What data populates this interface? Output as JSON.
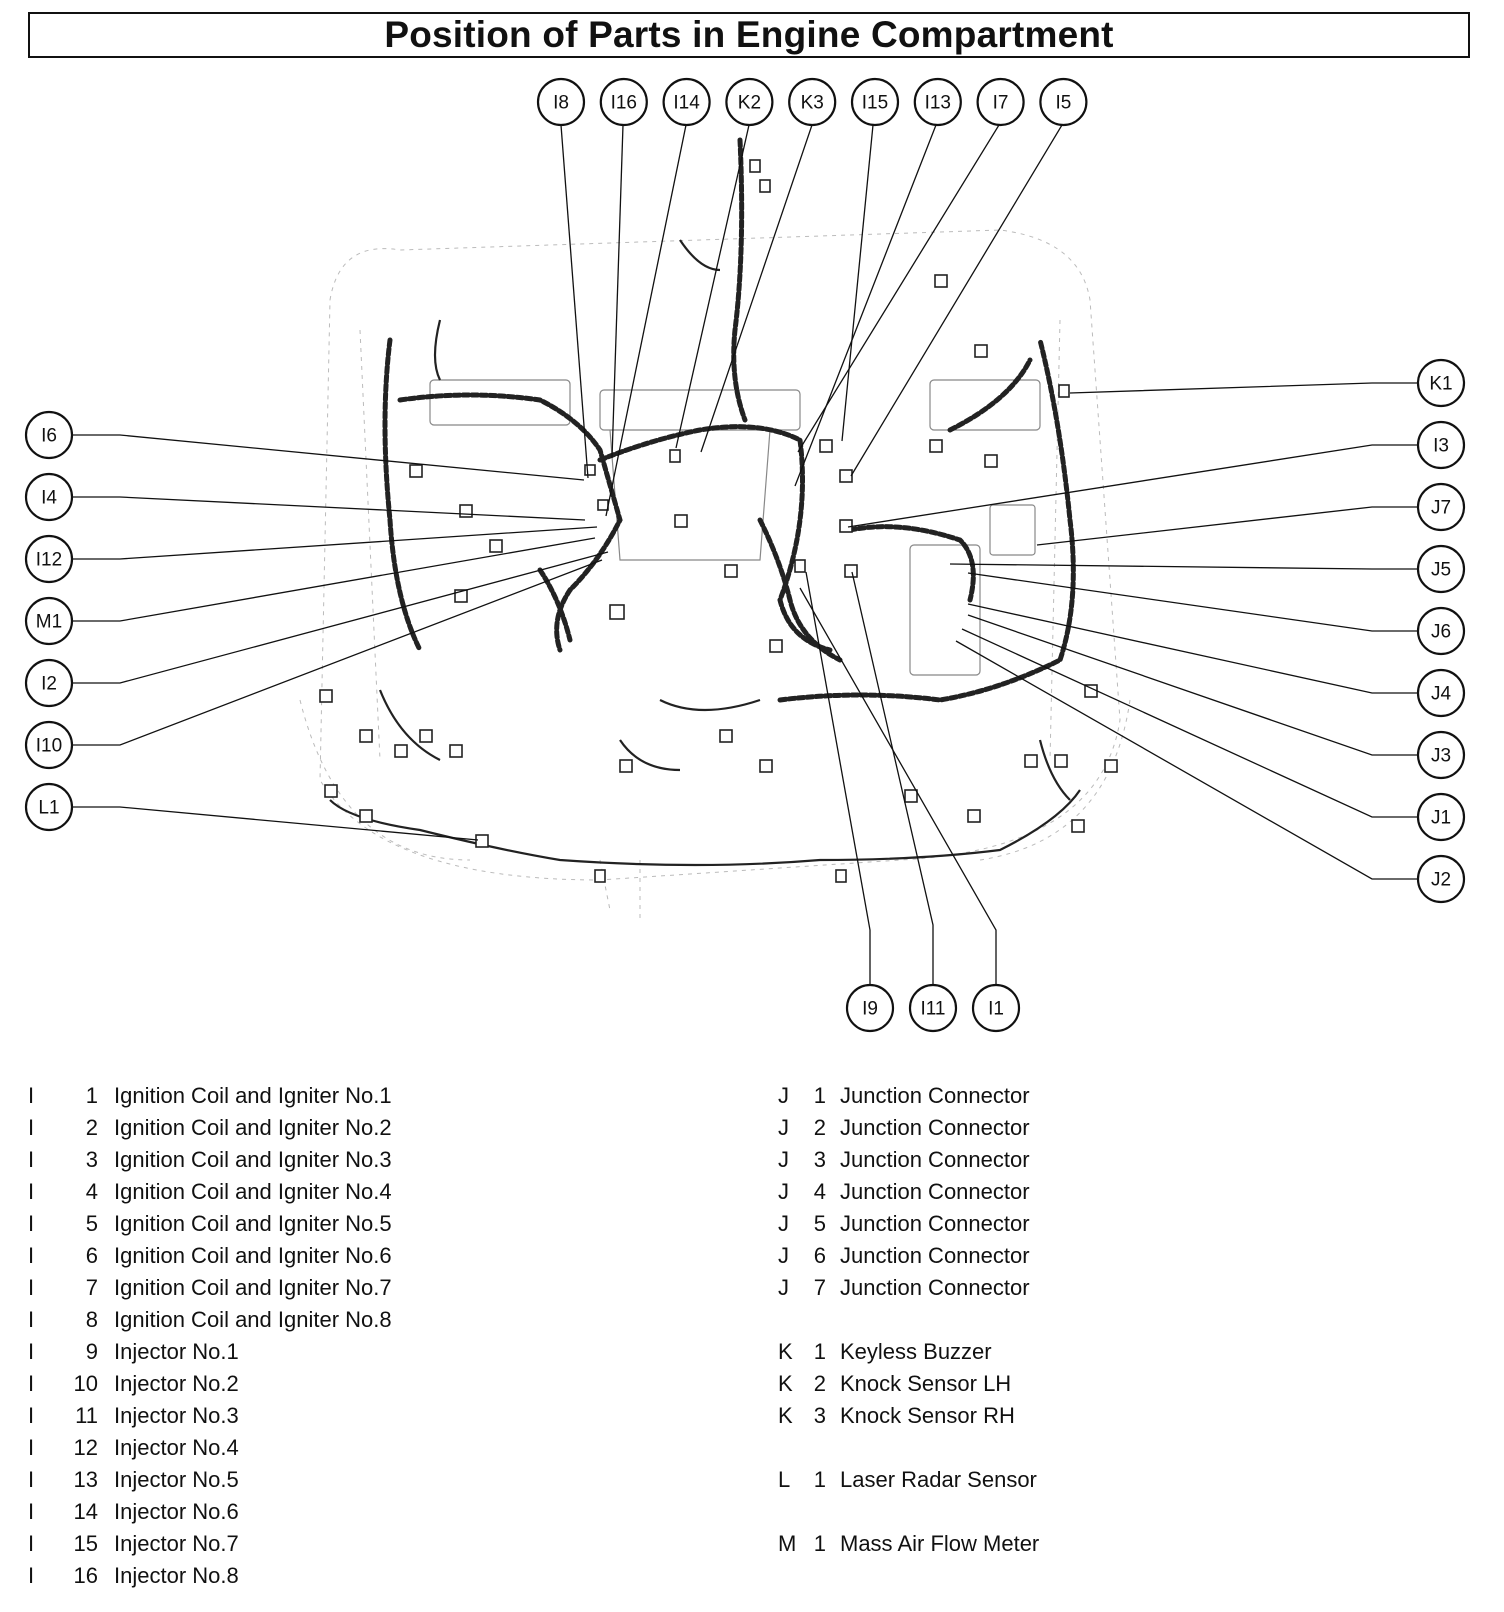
{
  "title": "Position of Parts in Engine Compartment",
  "callouts": {
    "top": [
      "I8",
      "I16",
      "I14",
      "K2",
      "K3",
      "I15",
      "I13",
      "I7",
      "I5"
    ],
    "left": [
      "I6",
      "I4",
      "I12",
      "M1",
      "I2",
      "I10",
      "L1"
    ],
    "right": [
      "K1",
      "I3",
      "J7",
      "J5",
      "J6",
      "J4",
      "J3",
      "J1",
      "J2"
    ],
    "bottom": [
      "I9",
      "I11",
      "I1"
    ]
  },
  "legend_left": [
    {
      "prefix": "I",
      "num": "1",
      "name": "Ignition Coil and Igniter No.1"
    },
    {
      "prefix": "I",
      "num": "2",
      "name": "Ignition Coil and Igniter No.2"
    },
    {
      "prefix": "I",
      "num": "3",
      "name": "Ignition Coil and Igniter No.3"
    },
    {
      "prefix": "I",
      "num": "4",
      "name": "Ignition Coil and Igniter No.4"
    },
    {
      "prefix": "I",
      "num": "5",
      "name": "Ignition Coil and Igniter No.5"
    },
    {
      "prefix": "I",
      "num": "6",
      "name": "Ignition Coil and Igniter No.6"
    },
    {
      "prefix": "I",
      "num": "7",
      "name": "Ignition Coil and Igniter No.7"
    },
    {
      "prefix": "I",
      "num": "8",
      "name": "Ignition Coil and Igniter No.8"
    },
    {
      "prefix": "I",
      "num": "9",
      "name": "Injector No.1"
    },
    {
      "prefix": "I",
      "num": "10",
      "name": "Injector No.2"
    },
    {
      "prefix": "I",
      "num": "11",
      "name": "Injector No.3"
    },
    {
      "prefix": "I",
      "num": "12",
      "name": "Injector No.4"
    },
    {
      "prefix": "I",
      "num": "13",
      "name": "Injector No.5"
    },
    {
      "prefix": "I",
      "num": "14",
      "name": "Injector No.6"
    },
    {
      "prefix": "I",
      "num": "15",
      "name": "Injector No.7"
    },
    {
      "prefix": "I",
      "num": "16",
      "name": "Injector No.8"
    }
  ],
  "legend_right": [
    {
      "prefix": "J",
      "num": "1",
      "name": "Junction Connector"
    },
    {
      "prefix": "J",
      "num": "2",
      "name": "Junction Connector"
    },
    {
      "prefix": "J",
      "num": "3",
      "name": "Junction Connector"
    },
    {
      "prefix": "J",
      "num": "4",
      "name": "Junction Connector"
    },
    {
      "prefix": "J",
      "num": "5",
      "name": "Junction Connector"
    },
    {
      "prefix": "J",
      "num": "6",
      "name": "Junction Connector"
    },
    {
      "prefix": "J",
      "num": "7",
      "name": "Junction Connector"
    },
    {
      "gap": true
    },
    {
      "prefix": "K",
      "num": "1",
      "name": "Keyless Buzzer"
    },
    {
      "prefix": "K",
      "num": "2",
      "name": "Knock Sensor LH"
    },
    {
      "prefix": "K",
      "num": "3",
      "name": "Knock Sensor RH"
    },
    {
      "gap": true
    },
    {
      "prefix": "L",
      "num": "1",
      "name": "Laser Radar Sensor"
    },
    {
      "gap": true
    },
    {
      "prefix": "M",
      "num": "1",
      "name": "Mass Air Flow Meter"
    }
  ]
}
